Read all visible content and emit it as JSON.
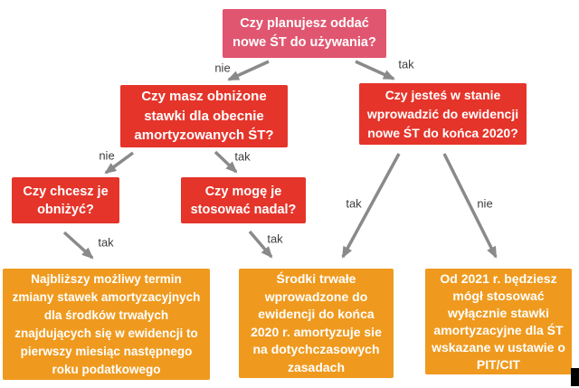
{
  "diagram": {
    "type": "flowchart",
    "language": "pl",
    "nodes": {
      "start": {
        "lines": [
          "Czy planujesz oddać",
          "nowe ŚT do używania?"
        ],
        "role": "start-question"
      },
      "reduced_rates": {
        "lines": [
          "Czy masz obniżone",
          "stawki dla obecnie",
          "amortyzowanych ŚT?"
        ],
        "role": "question"
      },
      "register_2020": {
        "lines": [
          "Czy jesteś w stanie",
          "wprowadzić do ewidencji",
          "nowe ŚT do końca 2020?"
        ],
        "role": "question"
      },
      "want_lower": {
        "lines": [
          "Czy chcesz je",
          "obniżyć?"
        ],
        "role": "question"
      },
      "keep_using": {
        "lines": [
          "Czy mogę je",
          "stosować nadal?"
        ],
        "role": "question"
      },
      "outcome_change_term": {
        "lines": [
          "Najbliższy możliwy termin",
          "zmiany stawek amortyzacyjnych",
          "dla środków trwałych",
          "znajdujących się w ewidencji to",
          "pierwszy miesiąc następnego",
          "roku podatkowego"
        ],
        "role": "outcome"
      },
      "outcome_existing_rules": {
        "lines": [
          "Środki trwałe",
          "wprowadzone do",
          "ewidencji do końca",
          "2020 r. amortyzuje sie",
          "na dotychczasowych",
          "zasadach"
        ],
        "role": "outcome"
      },
      "outcome_pit_cit": {
        "lines": [
          "Od 2021 r. będziesz",
          "mógł stosować",
          "wyłącznie stawki",
          "amortyzacyjne dla ŚT",
          "wskazane w ustawie o",
          "PIT/CIT"
        ],
        "role": "outcome"
      }
    },
    "edge_labels": {
      "start_no": "nie",
      "start_yes": "tak",
      "reduced_no": "nie",
      "reduced_yes": "tak",
      "want_lower_yes": "tak",
      "keep_using_yes": "tak",
      "register_yes": "tak",
      "register_no": "nie"
    },
    "colors": {
      "start": "#e05670",
      "question": "#e5342a",
      "outcome": "#ef9a1e",
      "arrow": "#8a8a8a",
      "edge-label": "#3d3d3d",
      "node-text": "#ffffff",
      "background": "#ffffff"
    }
  }
}
